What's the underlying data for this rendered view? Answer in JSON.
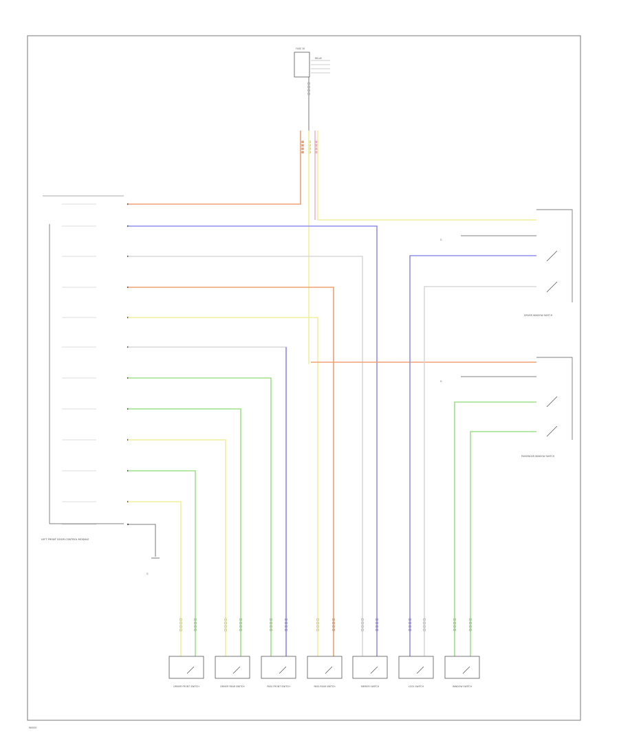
{
  "diagram": {
    "top_connector_label": "FUSE 30",
    "top_component_label": "RELAY",
    "left_module_label": "LEFT FRONT DOOR CONTROL MODULE",
    "left_ground_label": "G",
    "right_switch_top_label": "DRIVER WINDOW SWITCH",
    "right_switch_top_ground_label": "G",
    "right_switch_bottom_label": "PASSENGER WINDOW SWITCH",
    "right_switch_bottom_ground_label": "G",
    "footer_code": "W0000",
    "bottom_switch_labels": [
      "DRIVER FRONT SWITCH",
      "DRIVER REAR SWITCH",
      "PASS FRONT SWITCH",
      "PASS REAR SWITCH",
      "MIRROR SWITCH",
      "LOCK SWITCH",
      "WINDOW SWITCH"
    ],
    "wire_colors": {
      "orange": "#f0a070",
      "yellow": "#f2ef9a",
      "pink": "#f0b4c8",
      "blue": "#8f8ff0",
      "green": "#9ee08a",
      "gray": "#d8d8d8",
      "black": "#555555",
      "frame": "#777777"
    }
  }
}
